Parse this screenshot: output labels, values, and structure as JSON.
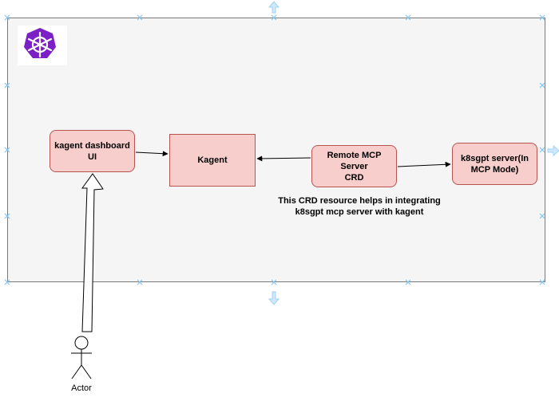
{
  "colors": {
    "container_fill": "#f5f5f5",
    "container_border": "#7a7a7a",
    "node_fill": "#f8cecc",
    "node_border": "#b85450",
    "logo_fill": "#7b1fc6",
    "handle_color": "#7fc4f5"
  },
  "logo": {
    "icon": "kubernetes-helm-icon"
  },
  "nodes": {
    "dashboard": "kagent dashboard\nUI",
    "kagent": "Kagent",
    "remote_mcp": "Remote MCP Server\nCRD",
    "k8sgpt": "k8sgpt server(In\nMCP Mode)"
  },
  "note": "This CRD resource helps in integrating\nk8sgpt mcp server with kagent",
  "actor": {
    "label": "Actor"
  }
}
